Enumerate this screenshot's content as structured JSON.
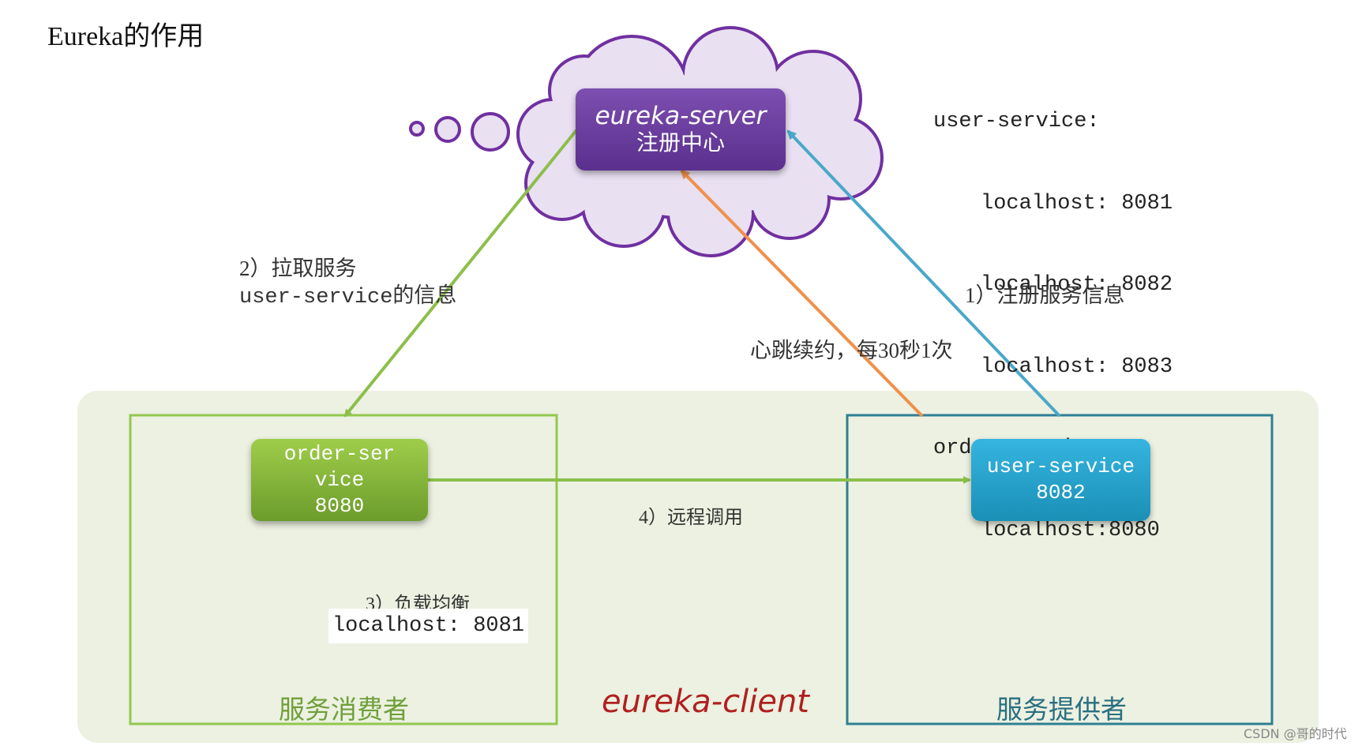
{
  "title": "Eureka的作用",
  "server_node": {
    "name": "eureka-server",
    "subtitle": "注册中心"
  },
  "registry": {
    "user_service_label": "user-service:",
    "user_service_instances": [
      "localhost: 8081",
      "localhost: 8082",
      "localhost: 8083"
    ],
    "order_service_label": "order-service:",
    "order_service_instances": [
      "localhost:8080"
    ]
  },
  "labels": {
    "pull_line1": "2）拉取服务",
    "pull_line2": "user-service的信息",
    "register": "1）注册服务信息",
    "heartbeat": "心跳续约，每30秒1次",
    "remote_call": "4）远程调用",
    "load_balance": "3）负载均衡"
  },
  "order_node": {
    "name": "order-service",
    "port": "8080"
  },
  "user_node": {
    "name": "user-service",
    "port": "8082"
  },
  "lb_result": "localhost: 8081",
  "consumer_label": "服务消费者",
  "provider_label": "服务提供者",
  "client_label": "eureka-client",
  "watermark": "CSDN @哥的时代",
  "colors": {
    "cloud_fill": "#e9e0f2",
    "cloud_stroke": "#7030a0",
    "server_node": "#6a3d9a",
    "consumer_green": "#92c84f",
    "provider_teal": "#2f7f93",
    "pull_arrow": "#8cbf4a",
    "register_arrow": "#4aa8c8",
    "heartbeat_arrow": "#f0904a",
    "client_bg": "#ecf1e1",
    "client_text": "#b02020"
  }
}
